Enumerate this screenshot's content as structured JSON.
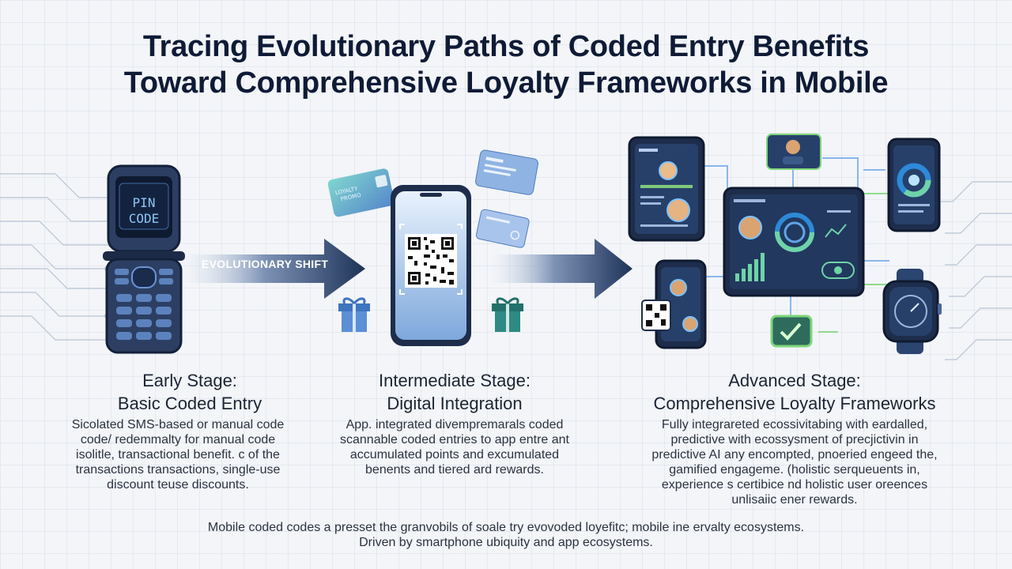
{
  "title": {
    "line1": "Tracing Evolutionary Paths of Coded Entry Benefits",
    "line2": "Toward Comprehensive Loyalty Frameworks in Mobile"
  },
  "arrow_label": "EVOLUTIONARY SHIFT",
  "phone_screen": {
    "line1": "PIN",
    "line2": "CODE"
  },
  "ticket_text": {
    "line1": "LOYALTY",
    "line2": "PROMO"
  },
  "stages": [
    {
      "heading1": "Early Stage:",
      "heading2": "Basic Coded Entry",
      "desc": [
        "Sicolated SMS-based or manual code",
        "code/ redemmalty for manual code",
        "isolitle, transactional  benefit. c of the",
        "transactions transactions, single-use",
        "discount teuse discounts."
      ]
    },
    {
      "heading1": "Intermediate Stage:",
      "heading2": "Digital Integration",
      "desc": [
        "App. integrated divempremarals coded",
        "scannable coded entries to  app entre ant",
        "accumulated points and excumulated",
        "benents and tiered ard rewards."
      ]
    },
    {
      "heading1": "Advanced Stage:",
      "heading2": "Comprehensive Loyalty Frameworks",
      "desc": [
        "Fully integrareted ecossivitabing with eardalled,",
        "predictive with ecossysment of precjictivin in",
        "predictive AI any encompted, pnoeried engeed the,",
        "gamified engageme. (holistic serqueuents in,",
        "experience s certibice nd holistic user oreences",
        "unlisaiic ener rewards."
      ]
    }
  ],
  "footer": {
    "line1": "Mobile coded codes a presset the granvobils of soale try evovoded loyefitc; mobile ine ervalty ecosystems.",
    "line2": "Driven by smartphone ubiquity and app ecosystems."
  },
  "colors": {
    "navy": "#1e3358",
    "accent_blue": "#5b8fd6",
    "teal": "#2e8a83",
    "green_glow": "#7ed67a",
    "lcd": "#8ec6f5"
  }
}
